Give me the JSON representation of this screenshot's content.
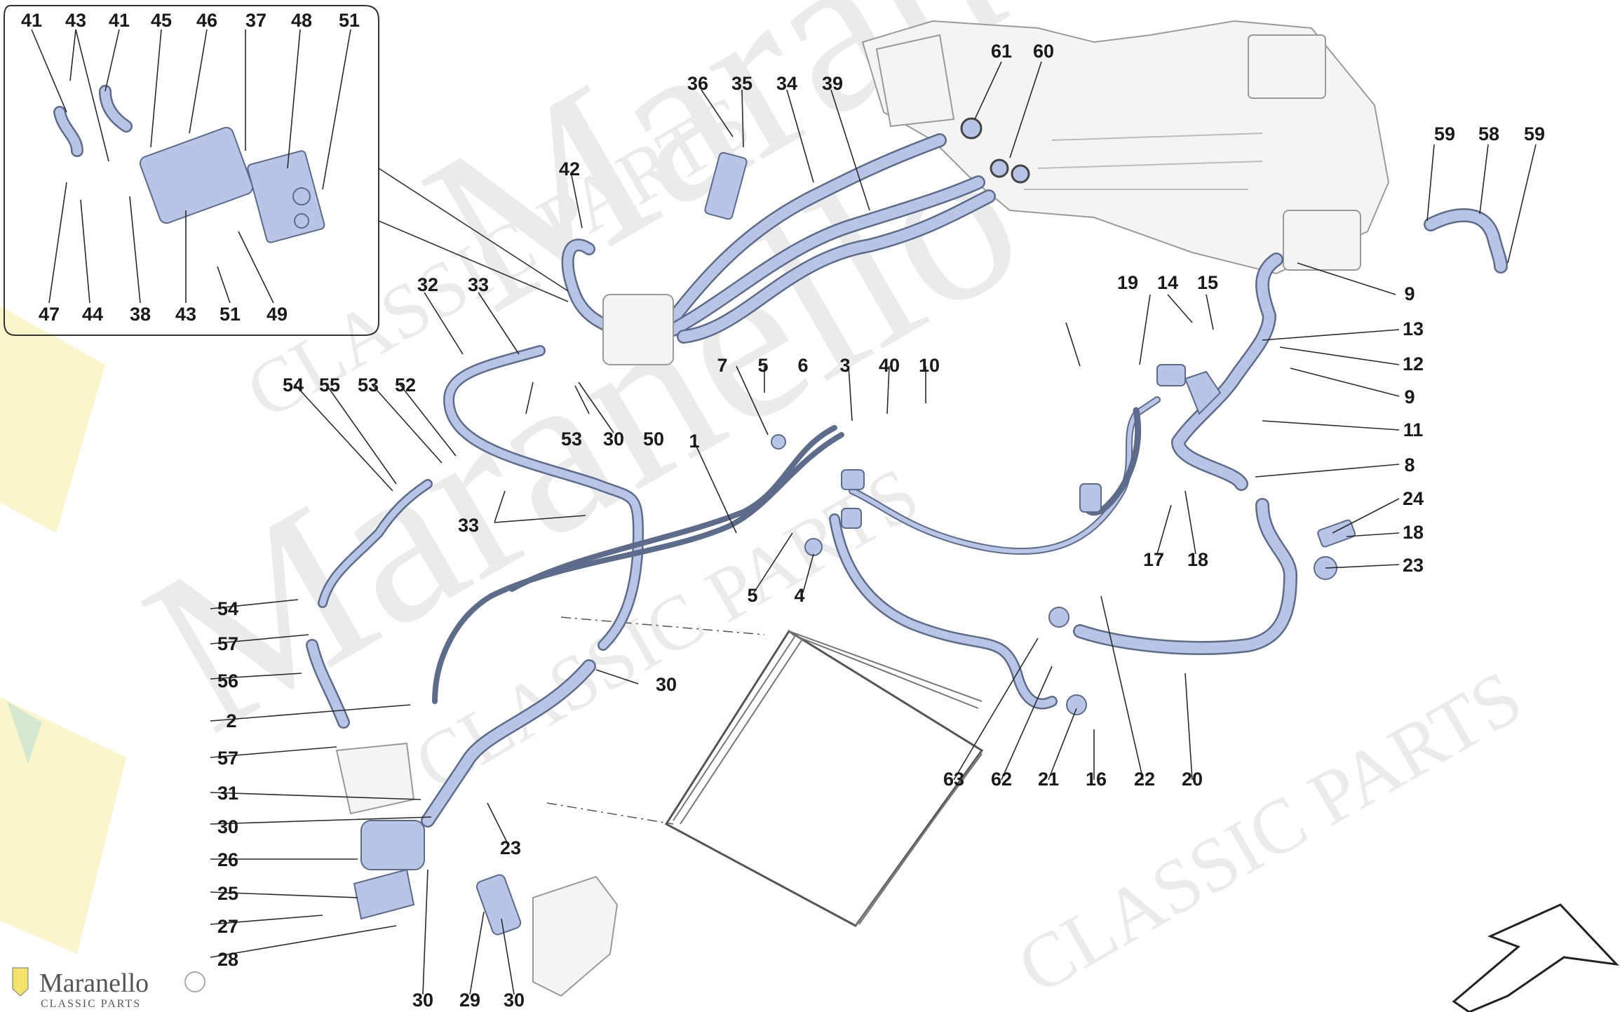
{
  "brand": {
    "name": "Maranello",
    "sub": "CLASSIC PARTS",
    "watermark": "Maranello",
    "watermark_sub": "CLASSIC PARTS"
  },
  "callouts": {
    "c41a": "41",
    "c43a": "43",
    "c41b": "41",
    "c45": "45",
    "c46": "46",
    "c37": "37",
    "c48": "48",
    "c51a": "51",
    "c47": "47",
    "c44": "44",
    "c38": "38",
    "c43b": "43",
    "c51b": "51",
    "c49": "49",
    "c36": "36",
    "c35": "35",
    "c34": "34",
    "c39": "39",
    "c61": "61",
    "c60": "60",
    "c59a": "59",
    "c58": "58",
    "c59b": "59",
    "c42": "42",
    "c9a": "9",
    "c19": "19",
    "c14": "14",
    "c15": "15",
    "c13": "13",
    "c12": "12",
    "c9b": "9",
    "c11": "11",
    "c8": "8",
    "c24": "24",
    "c18a": "18",
    "c23a": "23",
    "c17": "17",
    "c18b": "18",
    "c32": "32",
    "c33a": "33",
    "c54": "54",
    "c55": "55",
    "c53a": "53",
    "c52": "52",
    "c53b": "53",
    "c30a": "30",
    "c50": "50",
    "c7": "7",
    "c5a": "5",
    "c6": "6",
    "c3": "3",
    "c40": "40",
    "c10": "10",
    "c1": "1",
    "c33b": "33",
    "c5b": "5",
    "c4": "4",
    "c54b": "54",
    "c57a": "57",
    "c56": "56",
    "c2": "2",
    "c57b": "57",
    "c31": "31",
    "c30b": "30",
    "c26": "26",
    "c25": "25",
    "c27": "27",
    "c28": "28",
    "c30c": "30",
    "c29": "29",
    "c30d": "30",
    "c23b": "23",
    "c30e": "30",
    "c63": "63",
    "c62": "62",
    "c21": "21",
    "c16": "16",
    "c22": "22",
    "c20": "20"
  }
}
